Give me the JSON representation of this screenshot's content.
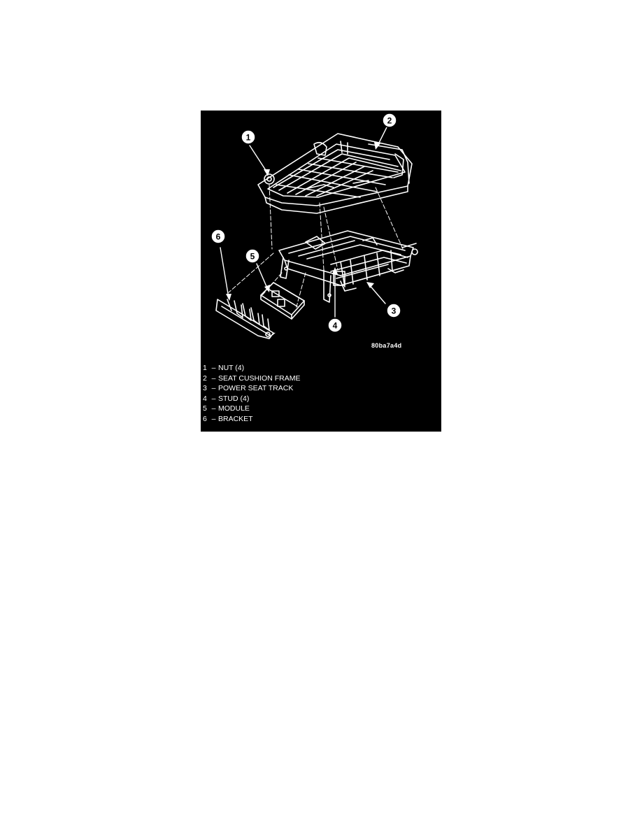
{
  "figure": {
    "reference_code": "80ba7a4d",
    "callouts": [
      "1",
      "2",
      "3",
      "4",
      "5",
      "6"
    ],
    "legend": [
      {
        "num": "1",
        "dash": "–",
        "label": "NUT (4)"
      },
      {
        "num": "2",
        "dash": "–",
        "label": "SEAT CUSHION FRAME"
      },
      {
        "num": "3",
        "dash": "–",
        "label": "POWER SEAT TRACK"
      },
      {
        "num": "4",
        "dash": "–",
        "label": "STUD (4)"
      },
      {
        "num": "5",
        "dash": "–",
        "label": "MODULE"
      },
      {
        "num": "6",
        "dash": "–",
        "label": "BRACKET"
      }
    ],
    "colors": {
      "background": "#000000",
      "linework": "#ffffff"
    }
  }
}
